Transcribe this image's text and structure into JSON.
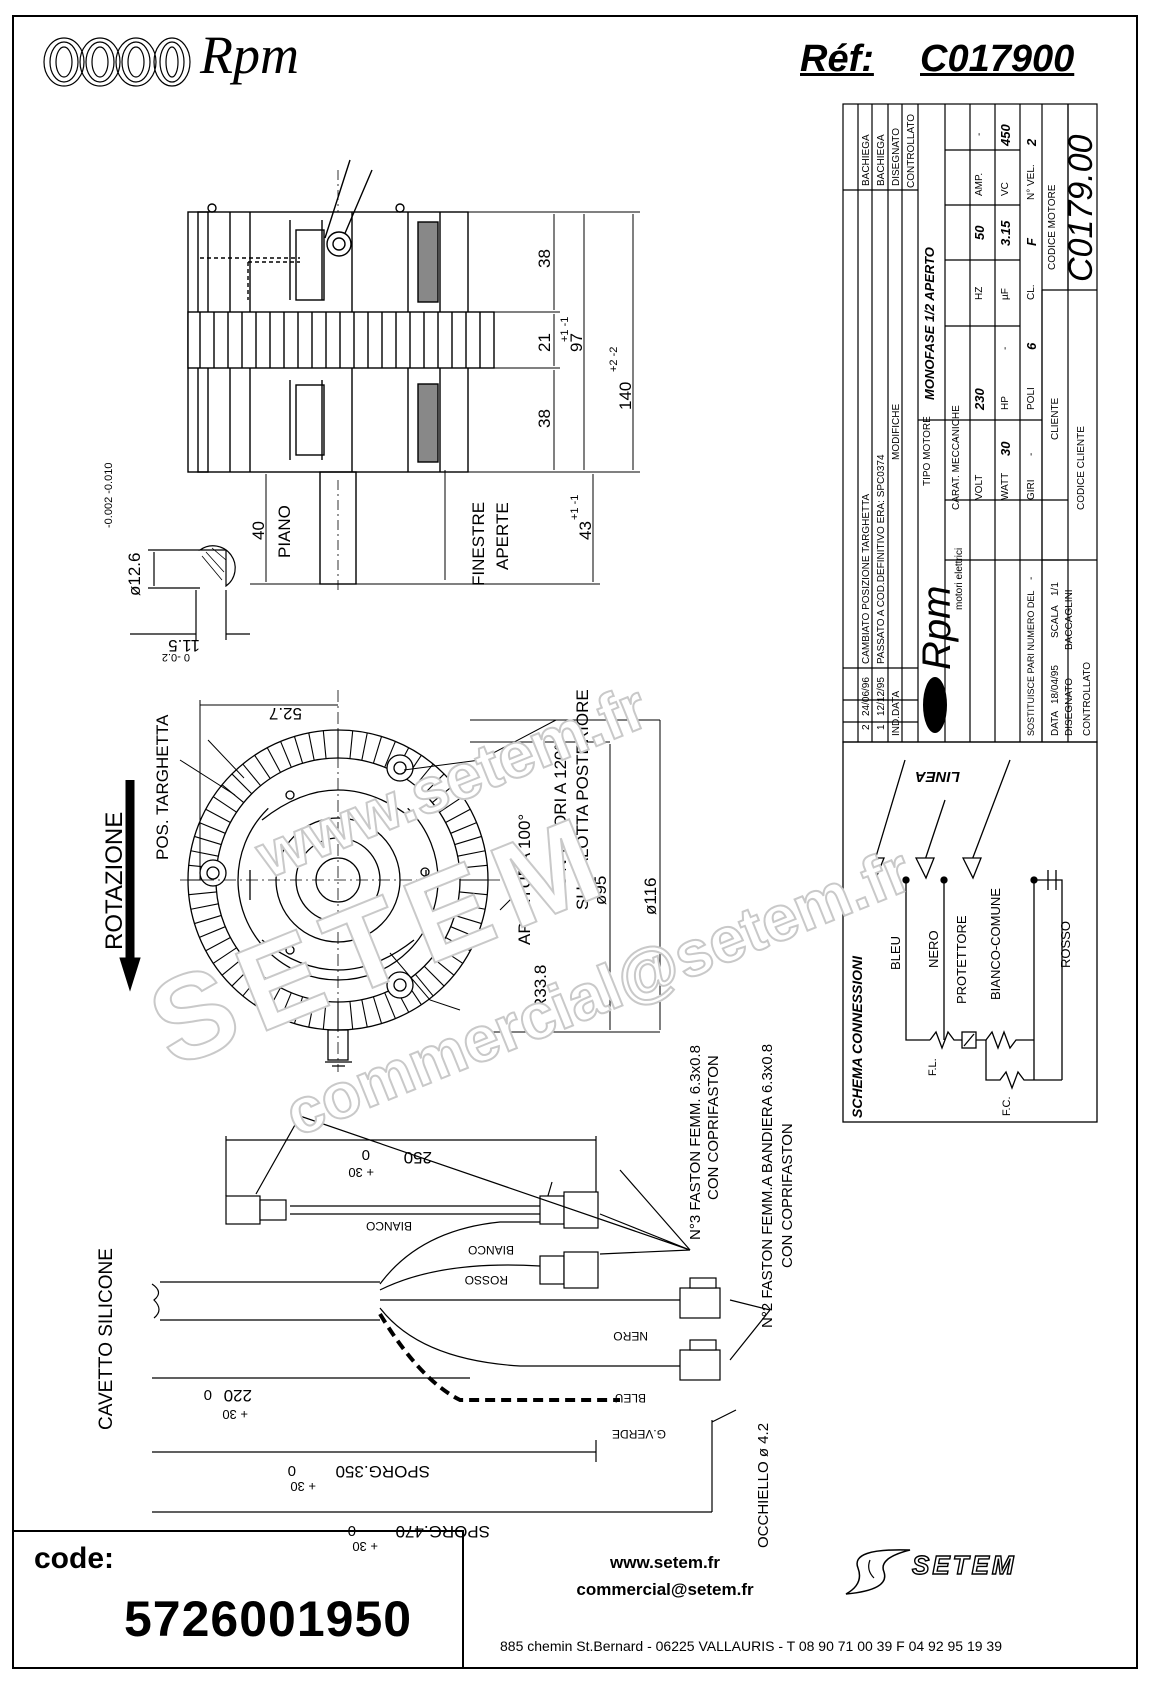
{
  "header": {
    "brand": "Rpm",
    "reference_label": "Réf:",
    "reference_value": "C017900"
  },
  "drawing": {
    "dim_38_top": "38",
    "dim_21": "21",
    "dim_38_bottom": "38",
    "dim_97": "97",
    "dim_97_tol": "+1 -1",
    "dim_140": "140",
    "dim_140_tol": "+2 -2",
    "dim_43": "43",
    "dim_43_tol": "+1 -1",
    "dim_40": "40",
    "piano": "PIANO",
    "finestre": "FINESTRE",
    "aperte": "APERTE",
    "shaft_dia": "ø12.6",
    "shaft_dia_tol": "-0.002 -0.010",
    "shaft_flat": "11.5",
    "shaft_flat_tol": "0 -0.2",
    "dim_52_7": "52.7",
    "pos_targhetta": "POS. TARGHETTA",
    "rotazione": "ROTAZIONE",
    "apertura": "APERTURA 100°",
    "m5": "M5 N°3 FORI A 120°",
    "su_calotta": "SU CALOTTA POSTERIORE",
    "dia_95": "ø95",
    "dia_116": "ø116",
    "r33_8": "R33.8",
    "faston3_line1": "N°3 FASTON FEMM. 6.3x0.8",
    "faston3_line2": "CON COPRIFASTON",
    "faston2_line1": "N°2 FASTON FEMM.A BANDIERA 6.3x0.8",
    "faston2_line2": "CON COPRIFASTON",
    "dim_250": "250",
    "dim_250_tol": "+ 30",
    "dim_250_zero": "0",
    "wire_bianco_1": "BIANCO",
    "wire_bianco_2": "BIANCO",
    "wire_rosso": "ROSSO",
    "wire_nero": "NERO",
    "wire_bleu": "BLEU",
    "wire_gverde": "G.VERDE",
    "cavetto": "CAVETTO SILICONE",
    "dim_220": "220",
    "dim_220_tol": "+ 30",
    "dim_220_zero": "0",
    "sporg_350": "SPORG.350",
    "sporg_350_tol": "+ 30",
    "sporg_350_zero": "0",
    "sporg_470": "SPORG.470",
    "sporg_470_tol": "+ 30",
    "sporg_470_zero": "0",
    "occhiello": "OCCHIELLO ø 4.2"
  },
  "title_block": {
    "revisions": [
      {
        "n": "2",
        "date": "24/06/96",
        "text": "CAMBIATO POSIZIONE TARGHETTA",
        "drawn": "BACHIEGA"
      },
      {
        "n": "1",
        "date": "12/12/95",
        "text": "PASSATO A COD.DEFINITIVO ERA: SPC0374",
        "drawn": "BACHIEGA"
      }
    ],
    "header_ind": "IND.",
    "header_data": "DATA",
    "header_modifiche": "MODIFICHE",
    "header_disegnato": "DISEGNATO",
    "header_controllato": "CONTROLLATO",
    "logo_word": "Rpm",
    "logo_sub": "motori elettrici",
    "tipo_motore_label": "TIPO MOTORE",
    "tipo_motore_value": "MONOFASE 1/2 APERTO",
    "carat_label": "CARAT. MECCANICHE",
    "carat_value": "-",
    "volt_label": "VOLT",
    "volt_value": "230",
    "hz_label": "HZ",
    "hz_value": "50",
    "amp_label": "AMP.",
    "amp_value": "-",
    "watt_label": "WATT",
    "watt_value": "30",
    "hp_label": "HP",
    "hp_value": "-",
    "uf_label": "µF",
    "uf_value": "3.15",
    "vc_label": "VC",
    "vc_value": "450",
    "giri_label": "GIRI",
    "giri_value": "-",
    "poli_label": "POLI",
    "poli_value": "6",
    "cl_label": "CL.",
    "cl_value": "F",
    "nvel_label": "N° VEL.",
    "nvel_value": "2",
    "sostituisce_label": "SOSTITUISCE PARI NUMERO DEL",
    "sostituisce_value": "-",
    "cliente_label": "CLIENTE",
    "codice_cliente_label": "CODICE CLIENTE",
    "codice_motore_label": "CODICE MOTORE",
    "codice_motore_value": "C0179.00",
    "data_label": "DATA",
    "data_value": "18/04/95",
    "scala_label": "SCALA",
    "scala_value": "1/1",
    "disegnato_label": "DISEGNATO",
    "disegnato_value": "BACCAGLINI",
    "controllato_label": "CONTROLLATO"
  },
  "schema": {
    "title": "SCHEMA CONNESSIONI",
    "linea": "LINEA",
    "bleu": "BLEU",
    "nero": "NERO",
    "protettore": "PROTETTORE",
    "bianco_comune": "BIANCO-COMUNE",
    "rosso": "ROSSO",
    "fl": "F.L.",
    "fc": "F.C."
  },
  "watermark": {
    "line1": "www.setem.fr",
    "line2": "SETEM",
    "line3": "commercial@setem.fr"
  },
  "footer": {
    "code_label": "code:",
    "code_value": "5726001950",
    "website": "www.setem.fr",
    "email": "commercial@setem.fr",
    "address": "885 chemin St.Bernard  -  06225 VALLAURIS  -  T 08 90 71 00 39   F 04 92 95 19 39",
    "logo": "SETEM"
  }
}
